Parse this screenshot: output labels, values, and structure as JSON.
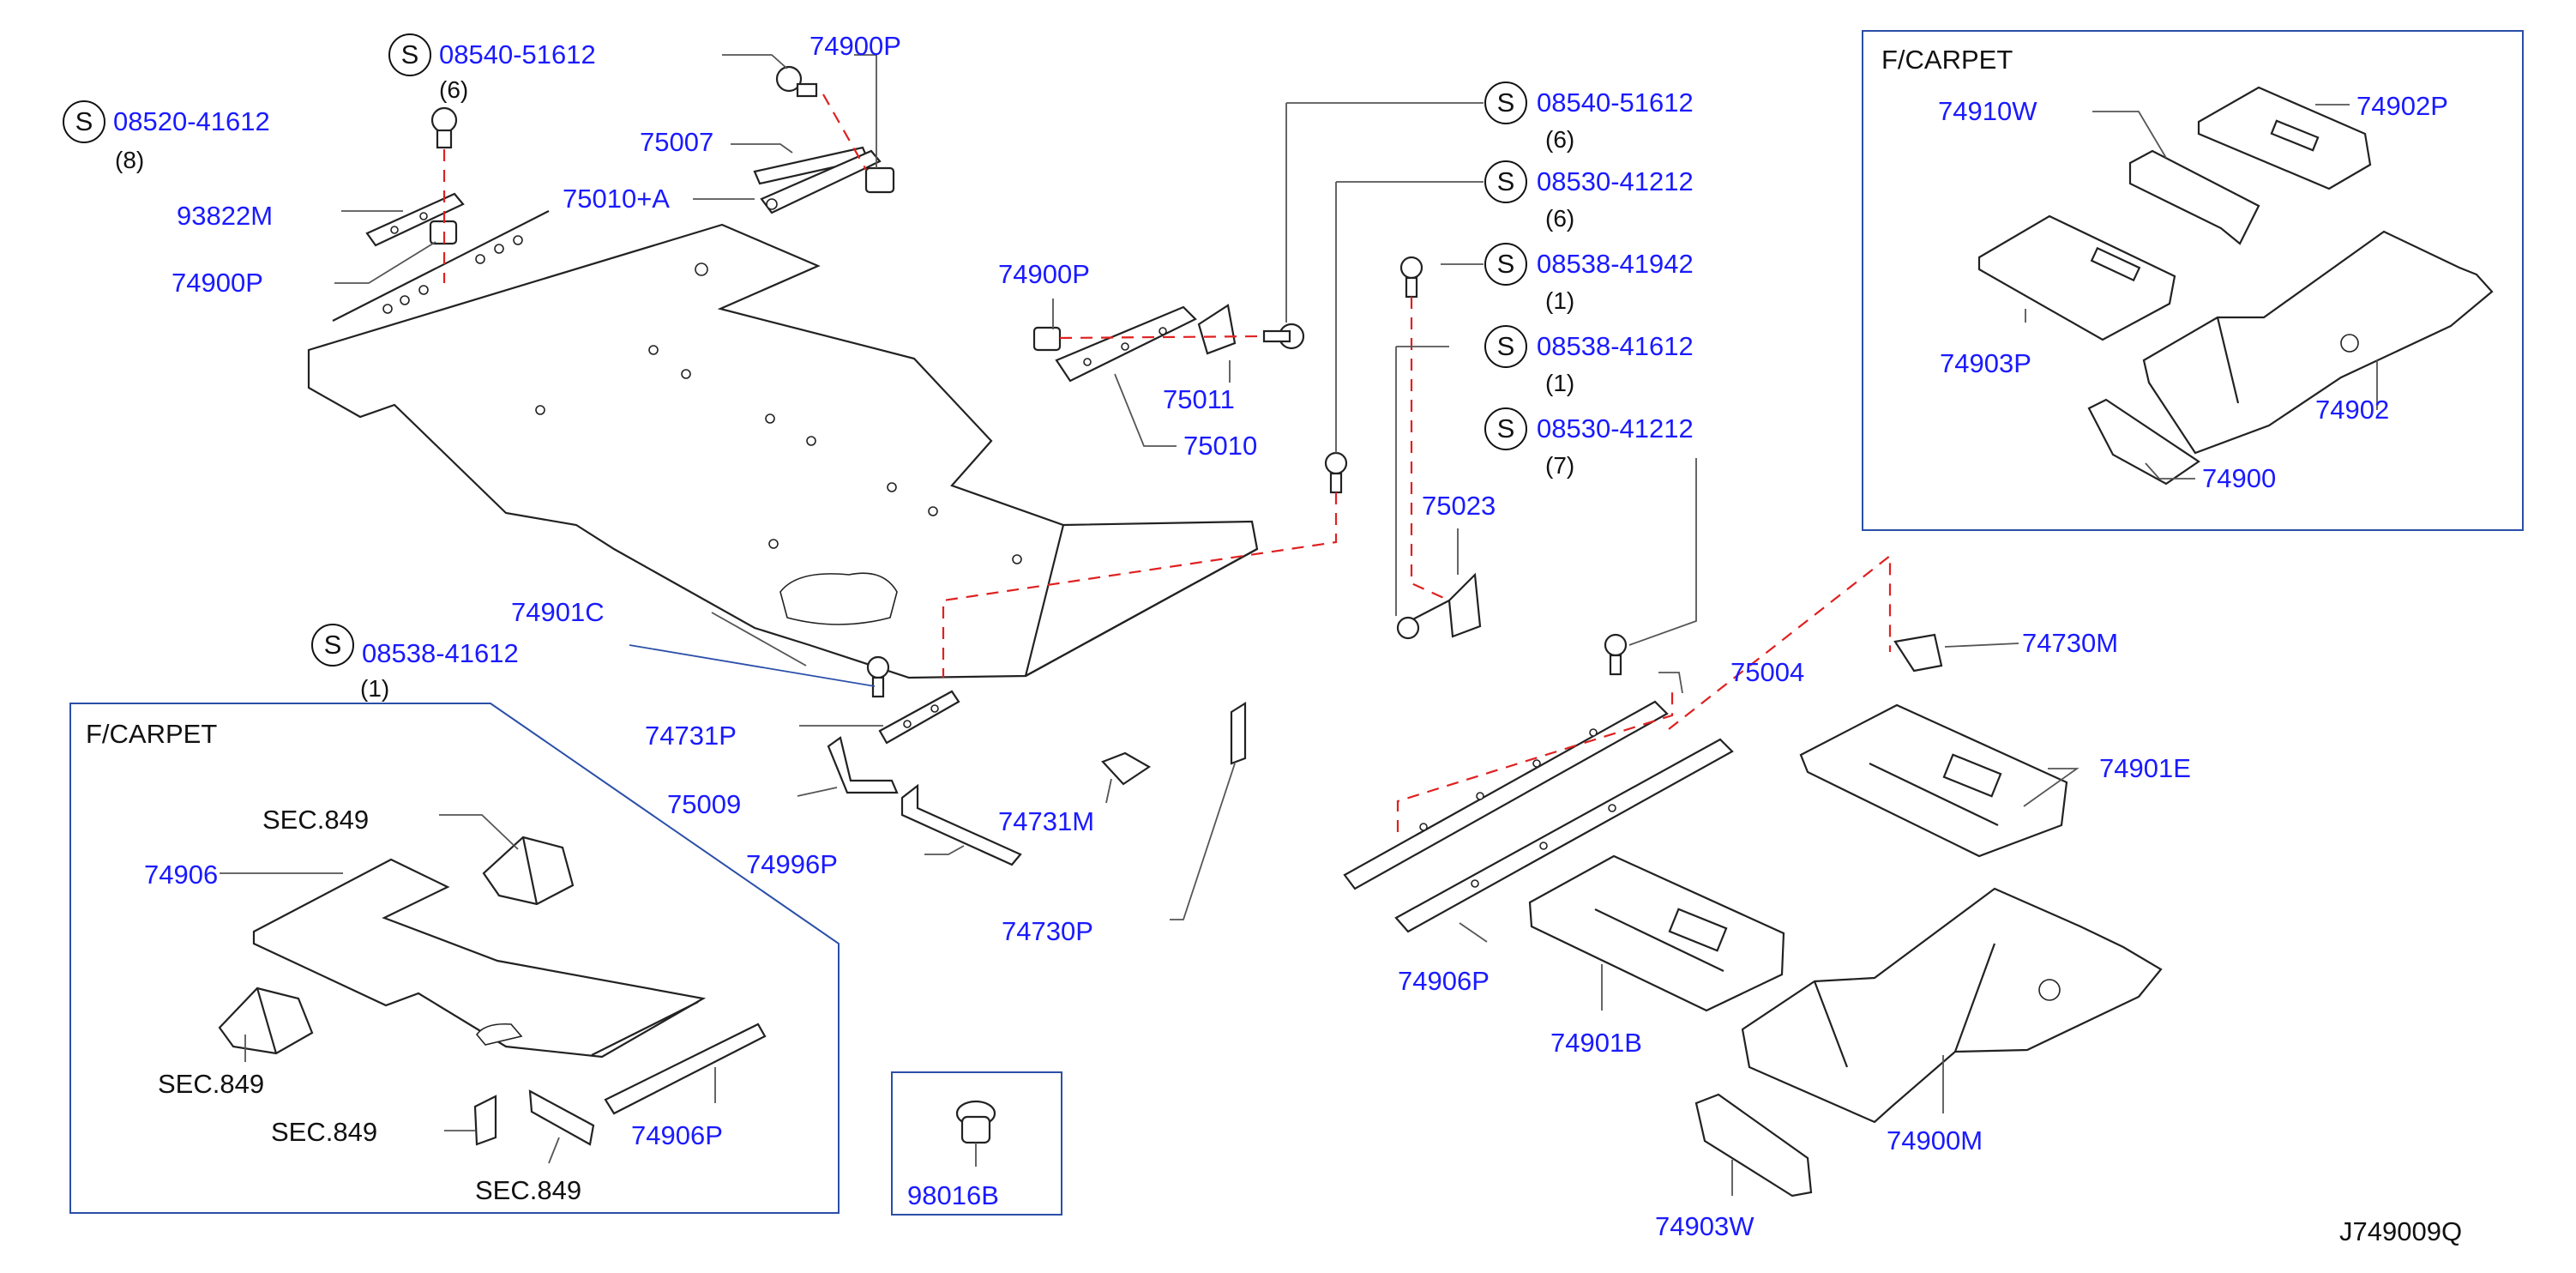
{
  "parts": {
    "p08520_41612": "08520-41612",
    "q8": "(8)",
    "p08540_51612_a": "08540-51612",
    "q6a": "(6)",
    "p74900P_a": "74900P",
    "p75007": "75007",
    "p75010A": "75010+A",
    "p93822M": "93822M",
    "p74900P_b": "74900P",
    "p08540_51612_b": "08540-51612",
    "q6b": "(6)",
    "p08530_41212_a": "08530-41212",
    "q6c": "(6)",
    "p08538_41942": "08538-41942",
    "q1a": "(1)",
    "p08538_41612": "08538-41612",
    "q1b": "(1)",
    "p08530_41212_b": "08530-41212",
    "q7": "(7)",
    "p74900P_c": "74900P",
    "p75011": "75011",
    "p75010": "75010",
    "p75023": "75023",
    "p74901C": "74901C",
    "p08538_41612_c": "08538-41612",
    "q1c": "(1)",
    "p74731P": "74731P",
    "p75009": "75009",
    "p74731M": "74731M",
    "p74996P": "74996P",
    "p74730P": "74730P",
    "p75004": "75004",
    "p74730M": "74730M",
    "p74901E": "74901E",
    "p74906P_a": "74906P",
    "p74901B": "74901B",
    "p74900M": "74900M",
    "p74903W": "74903W",
    "p98016B": "98016B",
    "s_marker": "S"
  },
  "inset_left": {
    "title": "F/CARPET",
    "sec1": "SEC.849",
    "p74906": "74906",
    "sec2": "SEC.849",
    "sec3": "SEC.849",
    "sec4": "SEC.849",
    "p74906P": "74906P"
  },
  "inset_right": {
    "title": "F/CARPET",
    "p74910W": "74910W",
    "p74902P": "74902P",
    "p74903P": "74903P",
    "p74902": "74902",
    "p74900": "74900"
  },
  "diagram_id": "J749009Q",
  "colors": {
    "part_number": "#1a1aff",
    "outline": "#222222",
    "assembly_line": "#e02020",
    "inset_frame": "#2a4fa8"
  }
}
